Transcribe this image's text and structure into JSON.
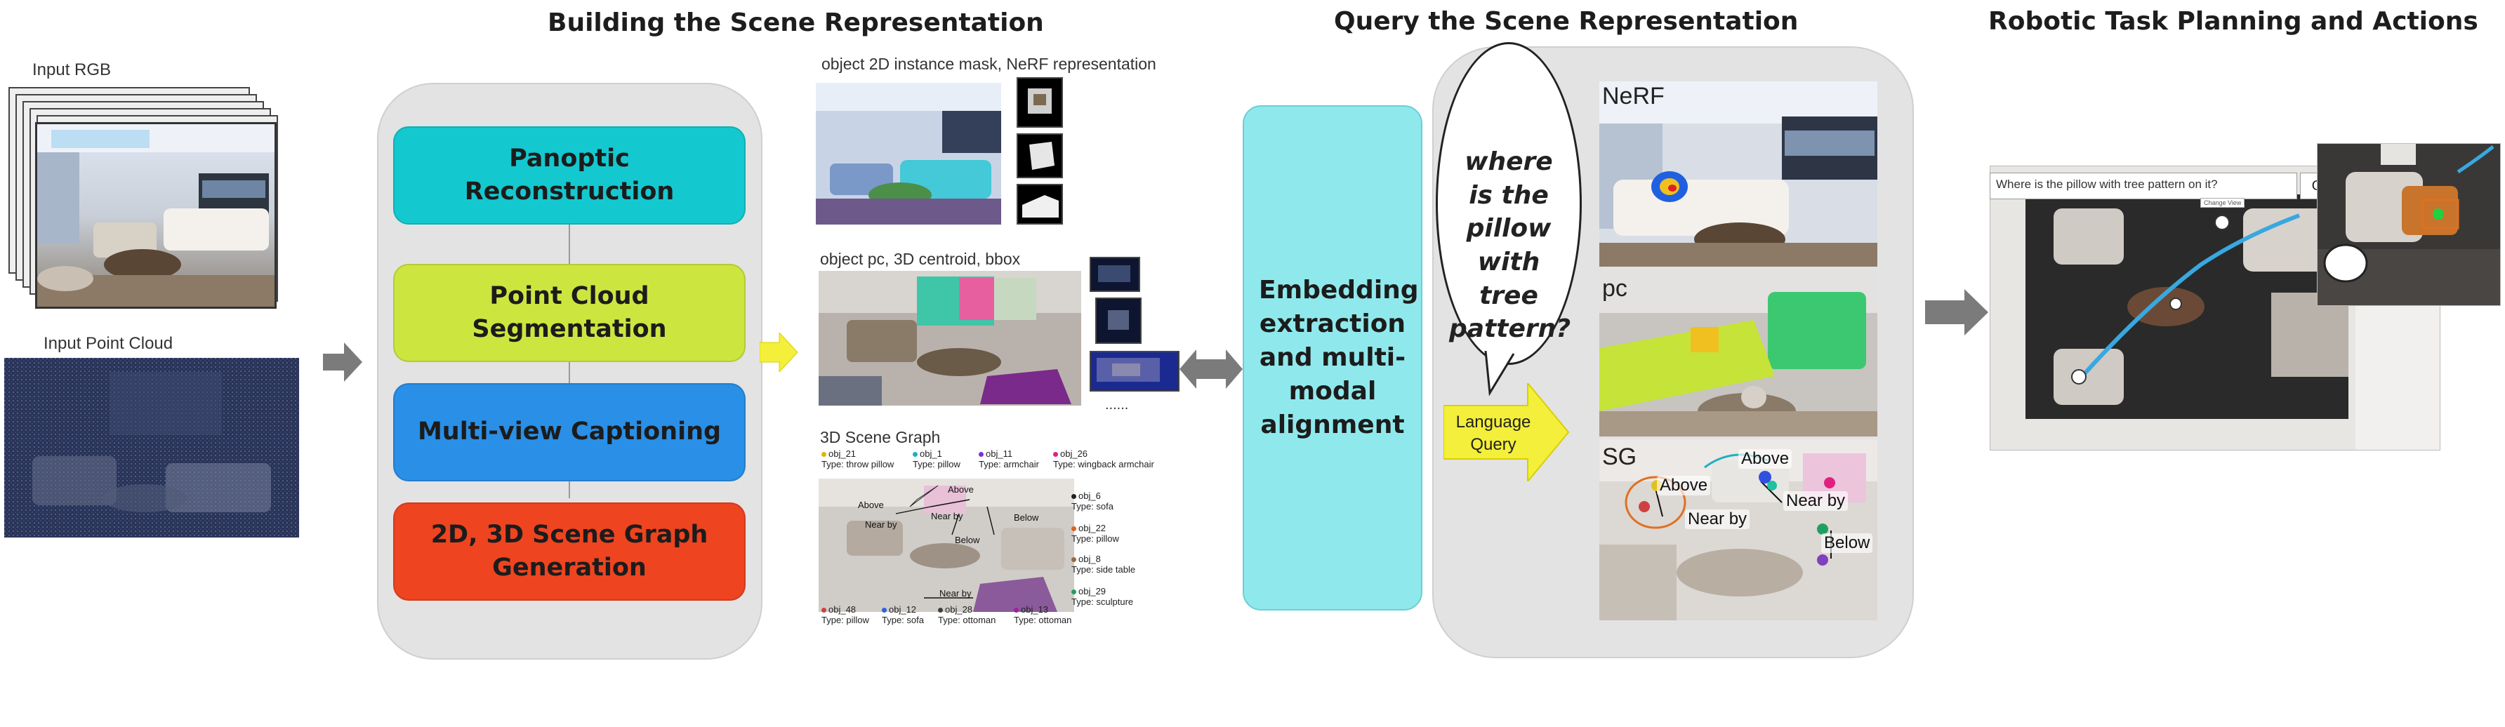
{
  "titles": {
    "building": "Building the Scene Representation",
    "query": "Query the Scene Representation",
    "robotic": "Robotic Task Planning and Actions"
  },
  "inputs": {
    "rgb_label": "Input RGB",
    "pointcloud_label": "Input Point Cloud"
  },
  "pipeline": {
    "stages": [
      {
        "label": "Panoptic Reconstruction",
        "color": "#14c8cf"
      },
      {
        "label": "Point Cloud Segmentation",
        "color": "#cde63f"
      },
      {
        "label": "Multi-view Captioning",
        "color": "#2a8fe6"
      },
      {
        "label": "2D, 3D Scene Graph Generation",
        "color": "#ee4420"
      }
    ]
  },
  "outputs": {
    "mask_label": "object 2D instance mask, NeRF representation",
    "pc_label": "object pc, 3D centroid, bbox",
    "ellipsis": "......",
    "graph_label": "3D Scene Graph",
    "graph_nodes": [
      {
        "id": "obj_21",
        "type": "Type: throw pillow",
        "color": "#e0b400"
      },
      {
        "id": "obj_1",
        "type": "Type: pillow",
        "color": "#20b0c0"
      },
      {
        "id": "obj_11",
        "type": "Type: armchair",
        "color": "#7b2ee0"
      },
      {
        "id": "obj_26",
        "type": "Type: wingback armchair",
        "color": "#e02080"
      },
      {
        "id": "obj_6",
        "type": "Type: sofa",
        "color": "#222222"
      },
      {
        "id": "obj_22",
        "type": "Type: pillow",
        "color": "#e06020"
      },
      {
        "id": "obj_8",
        "type": "Type: side table",
        "color": "#9a6a40"
      },
      {
        "id": "obj_29",
        "type": "Type: sculpture",
        "color": "#20a060"
      },
      {
        "id": "obj_48",
        "type": "Type: pillow",
        "color": "#d04040"
      },
      {
        "id": "obj_12",
        "type": "Type: sofa",
        "color": "#3060e0"
      },
      {
        "id": "obj_28",
        "type": "Type: ottoman",
        "color": "#404040"
      },
      {
        "id": "obj_13",
        "type": "Type: ottoman",
        "color": "#a020a0"
      }
    ],
    "relations": [
      "Above",
      "Above",
      "Near by",
      "Near by",
      "Below",
      "Below",
      "Near by"
    ]
  },
  "embedding": {
    "label": "Embedding extraction and multi-modal alignment"
  },
  "query": {
    "bubble_text": "where is the pillow with tree pattern?",
    "language_query": "Language Query",
    "nerf_label": "NeRF",
    "pc_label": "pc",
    "sg_label": "SG",
    "sg_relations": [
      "Above",
      "Above",
      "Near by",
      "Near by",
      "Below"
    ]
  },
  "robot": {
    "search_text": "Where is the pillow with tree pattern on it?",
    "go_button": "Go",
    "change_view": "Change View"
  }
}
